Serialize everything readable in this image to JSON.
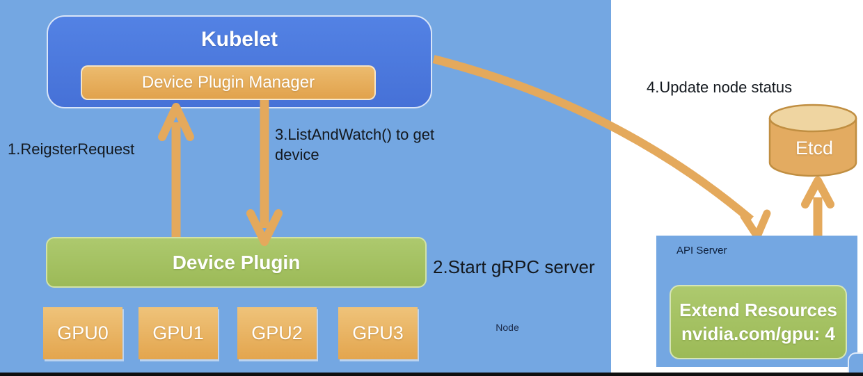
{
  "diagram": {
    "kubelet": {
      "title": "Kubelet",
      "device_plugin_manager": "Device Plugin Manager"
    },
    "device_plugin": {
      "title": "Device Plugin"
    },
    "gpus": [
      "GPU0",
      "GPU1",
      "GPU2",
      "GPU3"
    ],
    "node_label": "Node",
    "steps": {
      "step1": "1.ReigsterRequest",
      "step2": "2.Start gRPC server",
      "step3": "3.ListAndWatch() to get device",
      "step4": "4.Update node status"
    },
    "etcd": {
      "title": "Etcd"
    },
    "api_server": {
      "title": "API Server",
      "extend_resources_line1": "Extend Resources",
      "extend_resources_line2": "nvidia.com/gpu: 4"
    },
    "colors": {
      "node_bg": "#74a7e2",
      "kubelet_bg": "#4b79dd",
      "accent_orange": "#e4a95c",
      "box_green": "#a3c566",
      "etcd_fill": "#e3ab61",
      "etcd_top": "#efd5a1",
      "api_server_bg": "#74a7e2",
      "label_text": "#13181e"
    }
  }
}
